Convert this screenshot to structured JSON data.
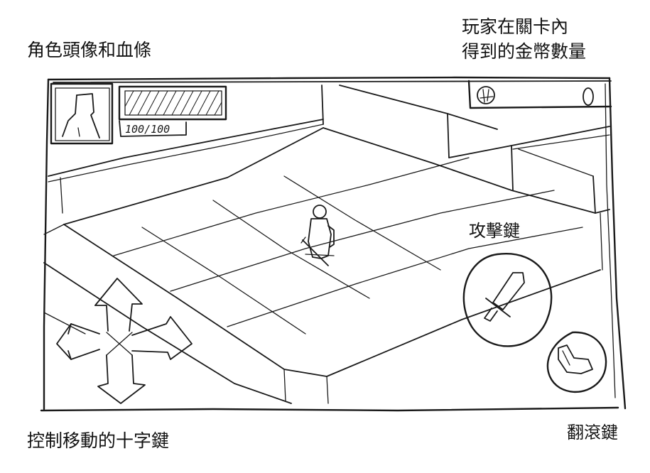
{
  "annotations": {
    "portrait_and_health": "角色頭像和血條",
    "coins_line1": "玩家在關卡內",
    "coins_line2": "得到的金幣數量",
    "attack_button": "攻擊鍵",
    "dpad": "控制移動的十字鍵",
    "roll_button": "翻滾鍵"
  },
  "hud": {
    "health_text": "100/100",
    "health": {
      "current": 100,
      "max": 100
    },
    "coin_count": "0"
  },
  "icons": {
    "portrait": "character-portrait-icon",
    "coin": "coin-icon",
    "attack": "sword-icon",
    "roll": "boot-icon",
    "dpad": "arrow-cross-icon"
  }
}
